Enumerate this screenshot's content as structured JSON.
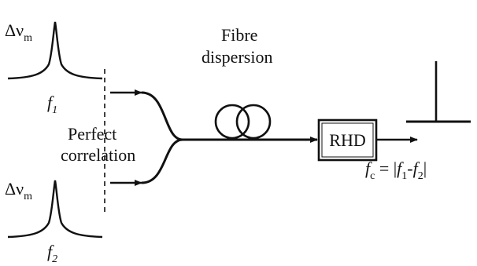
{
  "labels": {
    "linewidth_top": "Δν",
    "linewidth_top_sub": "m",
    "freq_top": "f",
    "freq_top_sub": "1",
    "linewidth_bottom": "Δν",
    "linewidth_bottom_sub": "m",
    "freq_bottom": "f",
    "freq_bottom_sub": "2",
    "correlation_line1": "Perfect",
    "correlation_line2": "correlation",
    "fibre_line1": "Fibre",
    "fibre_line2": "dispersion",
    "detector": "RHD",
    "output_f": "f",
    "output_f_sub": "c",
    "output_eq": " = |",
    "output_f1": "f",
    "output_f1_sub": "1",
    "output_minus": "-",
    "output_f2": "f",
    "output_f2_sub": "2",
    "output_close": "|"
  },
  "colors": {
    "ink": "#111111",
    "background": "#ffffff"
  }
}
